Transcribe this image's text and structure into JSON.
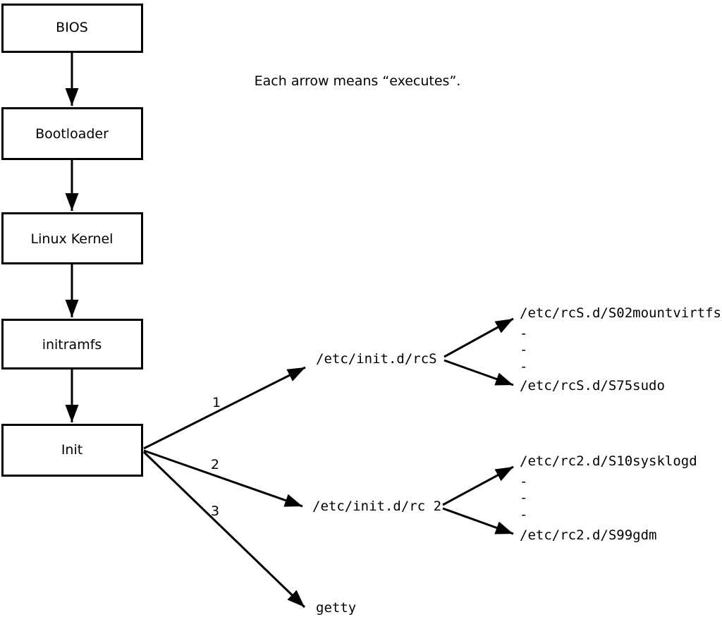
{
  "note": "Each arrow means “executes”.",
  "colors": {
    "line": "#000000",
    "box_fill": "#ffffff",
    "background": "#ffffff"
  },
  "flow_boxes": [
    {
      "label": "BIOS"
    },
    {
      "label": "Bootloader"
    },
    {
      "label": "Linux Kernel"
    },
    {
      "label": "initramfs"
    },
    {
      "label": "Init"
    }
  ],
  "init_branches": [
    {
      "number": "1",
      "target": "/etc/init.d/rcS",
      "children": [
        "/etc/rcS.d/S02mountvirtfs",
        "/etc/rcS.d/S75sudo"
      ],
      "ellipsis": [
        "-",
        "-",
        "-"
      ]
    },
    {
      "number": "2",
      "target": "/etc/init.d/rc 2",
      "children": [
        "/etc/rc2.d/S10sysklogd",
        "/etc/rc2.d/S99gdm"
      ],
      "ellipsis": [
        "-",
        "-",
        "-"
      ]
    },
    {
      "number": "3",
      "target": "getty"
    }
  ]
}
